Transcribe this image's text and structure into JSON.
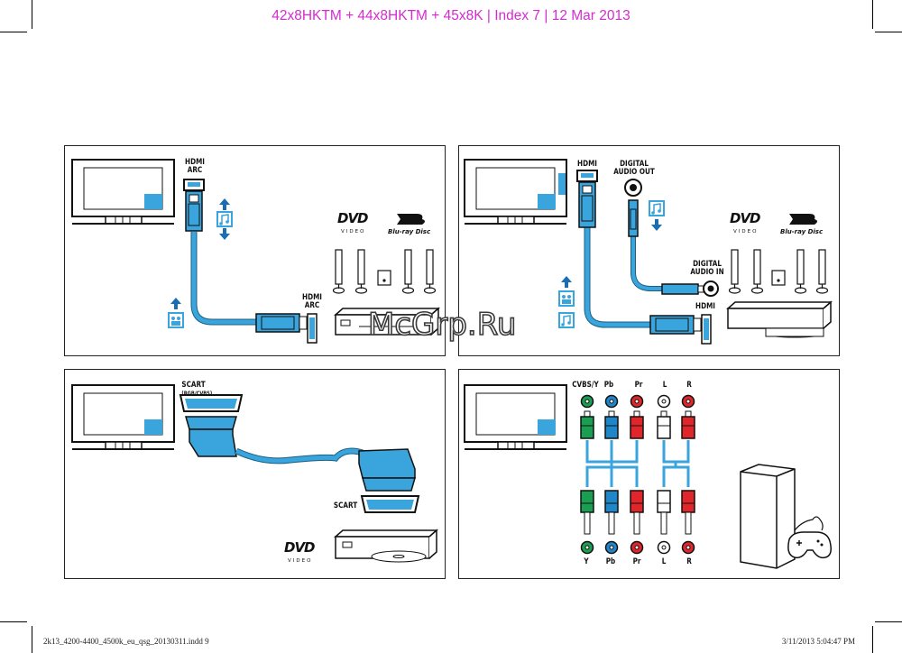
{
  "header": {
    "title": "42x8HKTM + 44x8HKTM + 45x8K | Index 7 | 12 Mar 2013"
  },
  "footer": {
    "file": "2k13_4200-4400_4500k_eu_qsg_20130311.indd   9",
    "timestamp": "3/11/2013   5:04:47 PM"
  },
  "watermark": "McGrp.Ru",
  "colors": {
    "cable": "#3aa4dc",
    "highlight": "#3aa4dc",
    "green": "#1a9e52",
    "blue": "#1f86c9",
    "red": "#e0262a"
  },
  "panel_hdmi_arc": {
    "tv_port_label_1": "HDMI",
    "tv_port_label_2": "ARC",
    "device_port_label_1": "HDMI",
    "device_port_label_2": "ARC",
    "dvd_logo": "DVD",
    "dvd_sub": "VIDEO",
    "bluray_logo": "Blu-ray Disc",
    "icons": [
      "arrow-up-icon",
      "music-note-icon",
      "arrow-down-icon",
      "arrow-up-icon",
      "film-icon"
    ]
  },
  "panel_hdmi_digital": {
    "tv_port_label": "HDMI",
    "digital_out_1": "DIGITAL",
    "digital_out_2": "AUDIO OUT",
    "digital_in_1": "DIGITAL",
    "digital_in_2": "AUDIO IN",
    "device_port_label": "HDMI",
    "dvd_logo": "DVD",
    "dvd_sub": "VIDEO",
    "bluray_logo": "Blu-ray Disc",
    "icons": [
      "music-note-icon",
      "arrow-down-icon",
      "arrow-up-icon",
      "film-icon",
      "music-note-icon"
    ]
  },
  "panel_scart": {
    "tv_port_label": "SCART",
    "tv_port_sub": "(RGB/CVBS)",
    "device_port_label": "SCART",
    "dvd_logo": "DVD",
    "dvd_sub": "VIDEO"
  },
  "panel_component": {
    "top_labels": [
      "CVBS/Y",
      "Pb",
      "Pr",
      "L",
      "R"
    ],
    "bottom_labels": [
      "Y",
      "Pb",
      "Pr",
      "L",
      "R"
    ],
    "icons": [
      "game-console-icon",
      "gamepad-icon"
    ]
  }
}
